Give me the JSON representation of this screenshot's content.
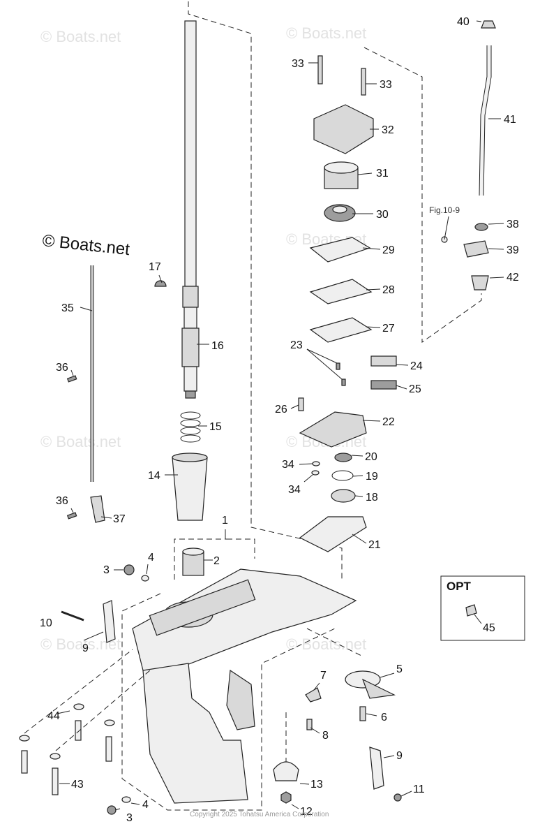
{
  "watermark": "© Boats.net",
  "brand_label": "© Boats.net",
  "fig_ref": "Fig.10-9",
  "opt_label": "OPT",
  "copyright": "Copyright 2025 Tohatsu America Corporation",
  "callouts": {
    "c1": "1",
    "c2": "2",
    "c3a": "3",
    "c3b": "3",
    "c4a": "4",
    "c4b": "4",
    "c5": "5",
    "c6": "6",
    "c7": "7",
    "c8": "8",
    "c9a": "9",
    "c9b": "9",
    "c10": "10",
    "c11": "11",
    "c12": "12",
    "c13": "13",
    "c14": "14",
    "c15": "15",
    "c16": "16",
    "c17": "17",
    "c18": "18",
    "c19": "19",
    "c20": "20",
    "c21": "21",
    "c22": "22",
    "c23": "23",
    "c24": "24",
    "c25": "25",
    "c26": "26",
    "c27": "27",
    "c28": "28",
    "c29": "29",
    "c30": "30",
    "c31": "31",
    "c32": "32",
    "c33a": "33",
    "c33b": "33",
    "c34a": "34",
    "c34b": "34",
    "c35": "35",
    "c36a": "36",
    "c36b": "36",
    "c37": "37",
    "c38": "38",
    "c39": "39",
    "c40": "40",
    "c41": "41",
    "c42": "42",
    "c43": "43",
    "c44": "44",
    "c45": "45"
  }
}
